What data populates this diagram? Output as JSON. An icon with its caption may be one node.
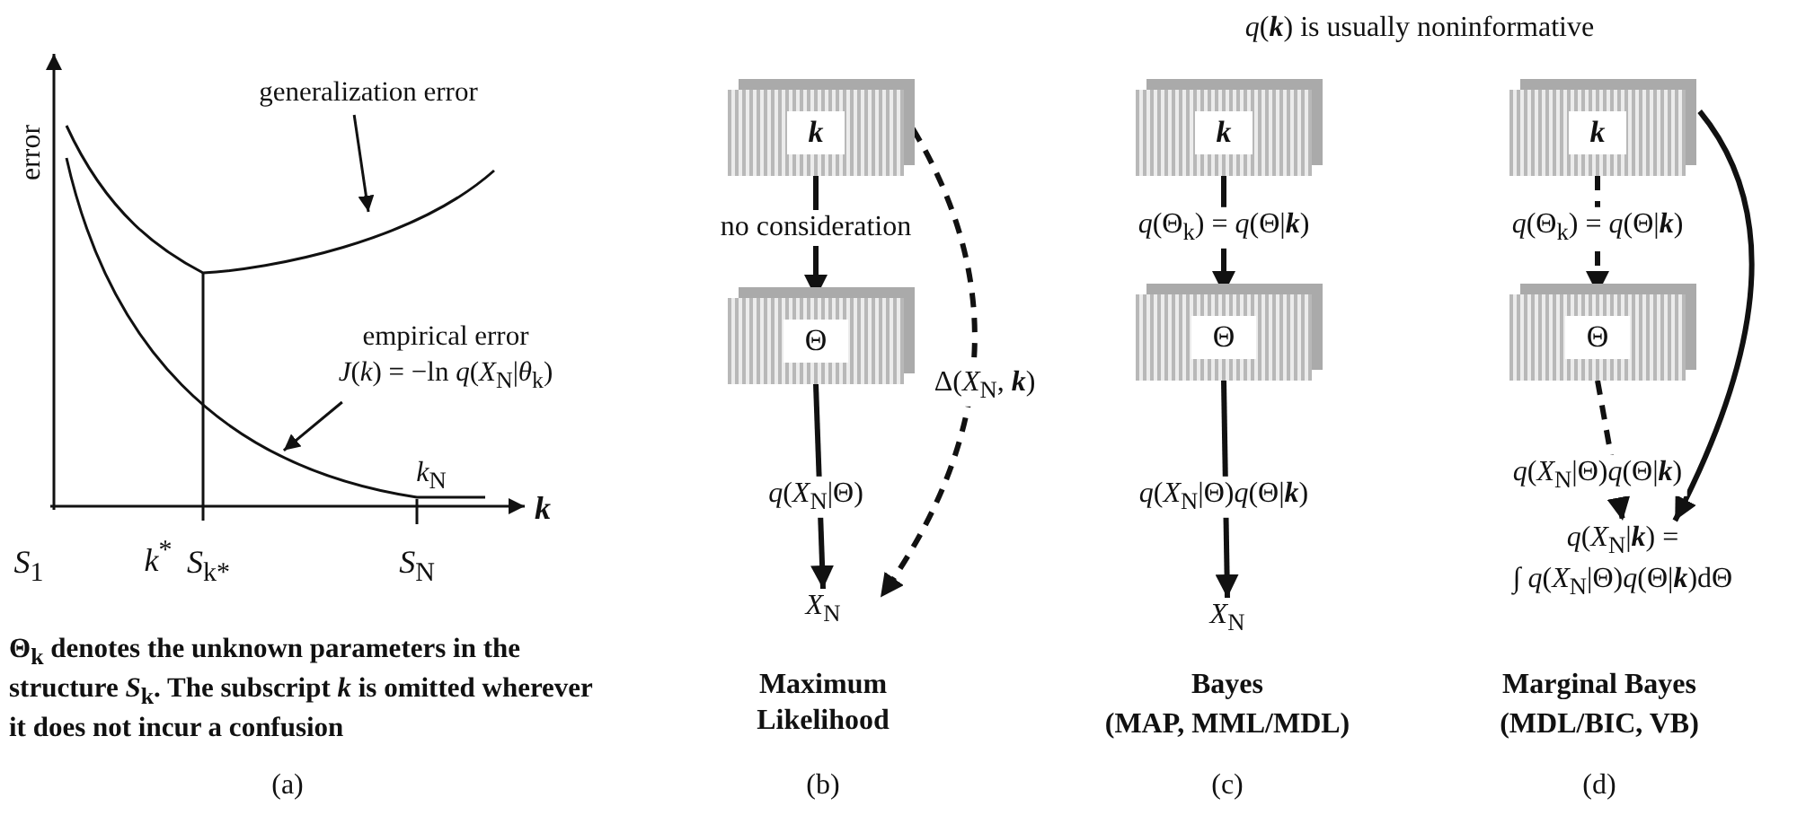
{
  "diagram": {
    "title": "*q*(**k**) is usually noninformative",
    "nodes": [
      {
        "text": [
          "generalization error"
        ]
      },
      {
        "text": [],
        "shape": "curve"
      },
      {
        "text": [
          "empirical error",
          "*J*(*k*) = −ln *q*(*X*$_{N}$|*θ*$_{k}$)"
        ]
      },
      {
        "text": [],
        "shape": "curve"
      },
      {
        "text": [
          "**k**"
        ]
      },
      {
        "text": [
          "Θ"
        ]
      },
      {
        "text": [
          "*X*$_{N}$"
        ]
      },
      {
        "text": [
          "**k**"
        ]
      },
      {
        "text": [
          "Θ"
        ]
      },
      {
        "text": [
          "*X*$_{N}$"
        ]
      },
      {
        "text": [
          "**k**"
        ]
      },
      {
        "text": [
          "Θ"
        ]
      },
      {
        "text": [
          "*q*(*X*$_{N}$|**k**) =",
          "∫ *q*(*X*$_{N}$|Θ)*q*(Θ|**k**)dΘ"
        ]
      }
    ],
    "edges": [
      {
        "from": 0,
        "to": 1,
        "arrow": "to"
      },
      {
        "from": 2,
        "to": 3,
        "arrow": "to"
      },
      {
        "from": 4,
        "to": 5,
        "arrow": "to",
        "label": "no consideration"
      },
      {
        "from": 5,
        "to": 6,
        "arrow": "to",
        "label": "*q*(*X*$_{N}$|Θ)"
      },
      {
        "from": 4,
        "to": 6,
        "arrow": "to",
        "label": "Δ(*X*$_{N}$, **k**)",
        "style": "dashed"
      },
      {
        "from": 7,
        "to": 8,
        "arrow": "to",
        "label": "*q*(Θ$_{k}$) = *q*(Θ|**k**)"
      },
      {
        "from": 8,
        "to": 9,
        "arrow": "to",
        "label": "*q*(*X*$_{N}$|Θ)*q*(Θ|**k**)"
      },
      {
        "from": 10,
        "to": 11,
        "arrow": "to",
        "label": "*q*(Θ$_{k}$) = *q*(Θ|**k**)",
        "style": "dashed"
      },
      {
        "from": 11,
        "to": 12,
        "arrow": "to",
        "label": "*q*(*X*$_{N}$|Θ)*q*(Θ|**k**)",
        "style": "dashed"
      },
      {
        "from": 10,
        "to": 12,
        "arrow": "to"
      }
    ],
    "labels": [
      "error",
      "*k*$_{N}$",
      "**k**",
      "*S*$_{1}$",
      "*k*$^{*}$",
      "*S*$_{k*}$",
      "*S*$_{N}$",
      "Θ$_{k}$ denotes the unknown parameters in the structure *S*$_{k}$. The subscript *k* is omitted wherever it does not incur a confusion",
      "(a)",
      "Maximum Likelihood",
      "(b)",
      "Bayes",
      "(MAP, MML/MDL)",
      "(c)",
      "Marginal Bayes",
      "(MDL/BIC, VB)",
      "(d)"
    ]
  }
}
